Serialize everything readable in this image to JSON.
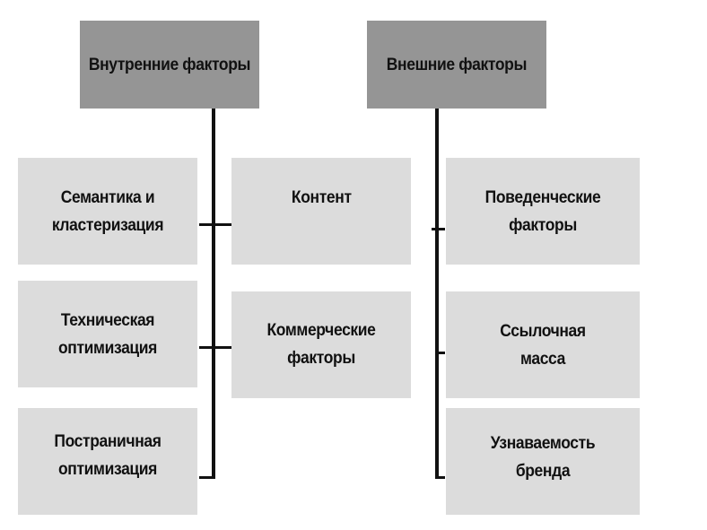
{
  "internal": {
    "title": "Внутренние факторы",
    "items": [
      "Семантика и кластеризация",
      "Контент",
      "Техническая оптимизация",
      "Коммерческие факторы",
      "Постраничная оптимизация"
    ]
  },
  "external": {
    "title": "Внешние факторы",
    "items": [
      "Поведенческие факторы",
      "Ссылочная масса",
      "Узнаваемость бренда"
    ]
  },
  "colors": {
    "header": "#959595",
    "item": "#dcdcdc",
    "line": "#111111"
  }
}
